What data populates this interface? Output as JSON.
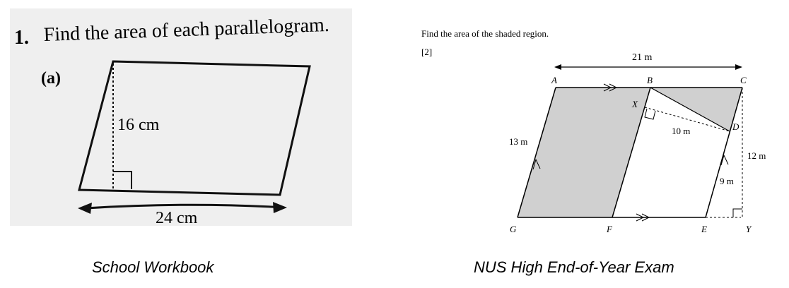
{
  "left": {
    "question_number": "1.",
    "question_text": "Find the area of each parallelogram.",
    "part_label": "(a)",
    "height_label": "16 cm",
    "base_label": "24 cm",
    "caption": "School Workbook"
  },
  "right": {
    "question_text": "Find the area of the shaded region.",
    "marks": "[2]",
    "labels": {
      "top_length": "21 m",
      "A": "A",
      "B": "B",
      "C": "C",
      "D": "D",
      "X": "X",
      "G": "G",
      "F": "F",
      "E": "E",
      "Y": "Y",
      "AG_length": "13 m",
      "XD_length": "10 m",
      "CY_length": "12 m",
      "ED_length": "9 m"
    },
    "caption": "NUS High End-of-Year Exam",
    "shade_color": "#d0d0d0"
  }
}
